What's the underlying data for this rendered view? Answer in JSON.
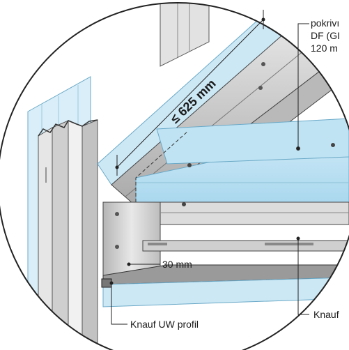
{
  "labels": {
    "dimension_spacing": "≤ 625 mm",
    "dimension_offset": "30 mm",
    "uw_profile": "Knauf UW profil",
    "right_bottom": "Knauf",
    "top_right_line1": "pokrivı",
    "top_right_line2": "DF (GI",
    "top_right_line3": "120 m"
  },
  "colors": {
    "board_blue": "#bfe3f3",
    "board_blue_dark": "#8fcbe6",
    "steel_light": "#e4e4e4",
    "steel_mid": "#c9c9c9",
    "steel_dark": "#9d9d9d",
    "outline": "#333333"
  }
}
